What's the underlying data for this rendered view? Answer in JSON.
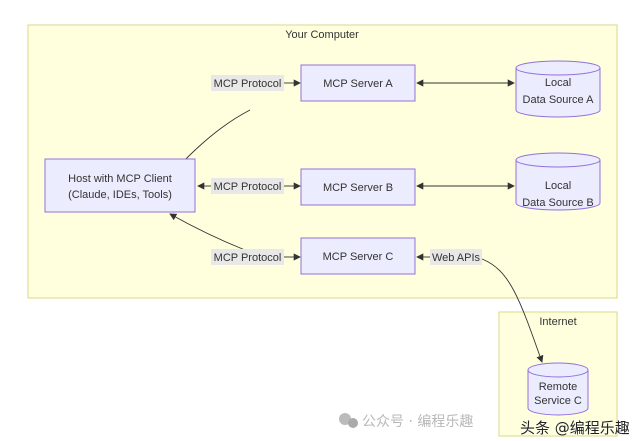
{
  "groups": {
    "computer": "Your Computer",
    "internet": "Internet"
  },
  "nodes": {
    "host": [
      "Host with MCP Client",
      "(Claude, IDEs, Tools)"
    ],
    "server_a": "MCP Server A",
    "server_b": "MCP Server B",
    "server_c": "MCP Server C",
    "source_a": [
      "Local",
      "Data Source A"
    ],
    "source_b": [
      "Local",
      "Data Source B"
    ],
    "remote_c": [
      "Remote",
      "Service C"
    ]
  },
  "edges": {
    "host_a": "MCP Protocol",
    "host_b": "MCP Protocol",
    "host_c": "MCP Protocol",
    "c_remote": "Web APIs"
  },
  "watermark": {
    "wechat": "公众号 · 编程乐趣",
    "toutiao": "头条 @编程乐趣"
  },
  "colors": {
    "group_fill": "#ffffde",
    "group_stroke": "#d8d88a",
    "node_fill": "#ececff",
    "node_stroke": "#9370db",
    "edge_label_bg": "#e8e8e8"
  }
}
